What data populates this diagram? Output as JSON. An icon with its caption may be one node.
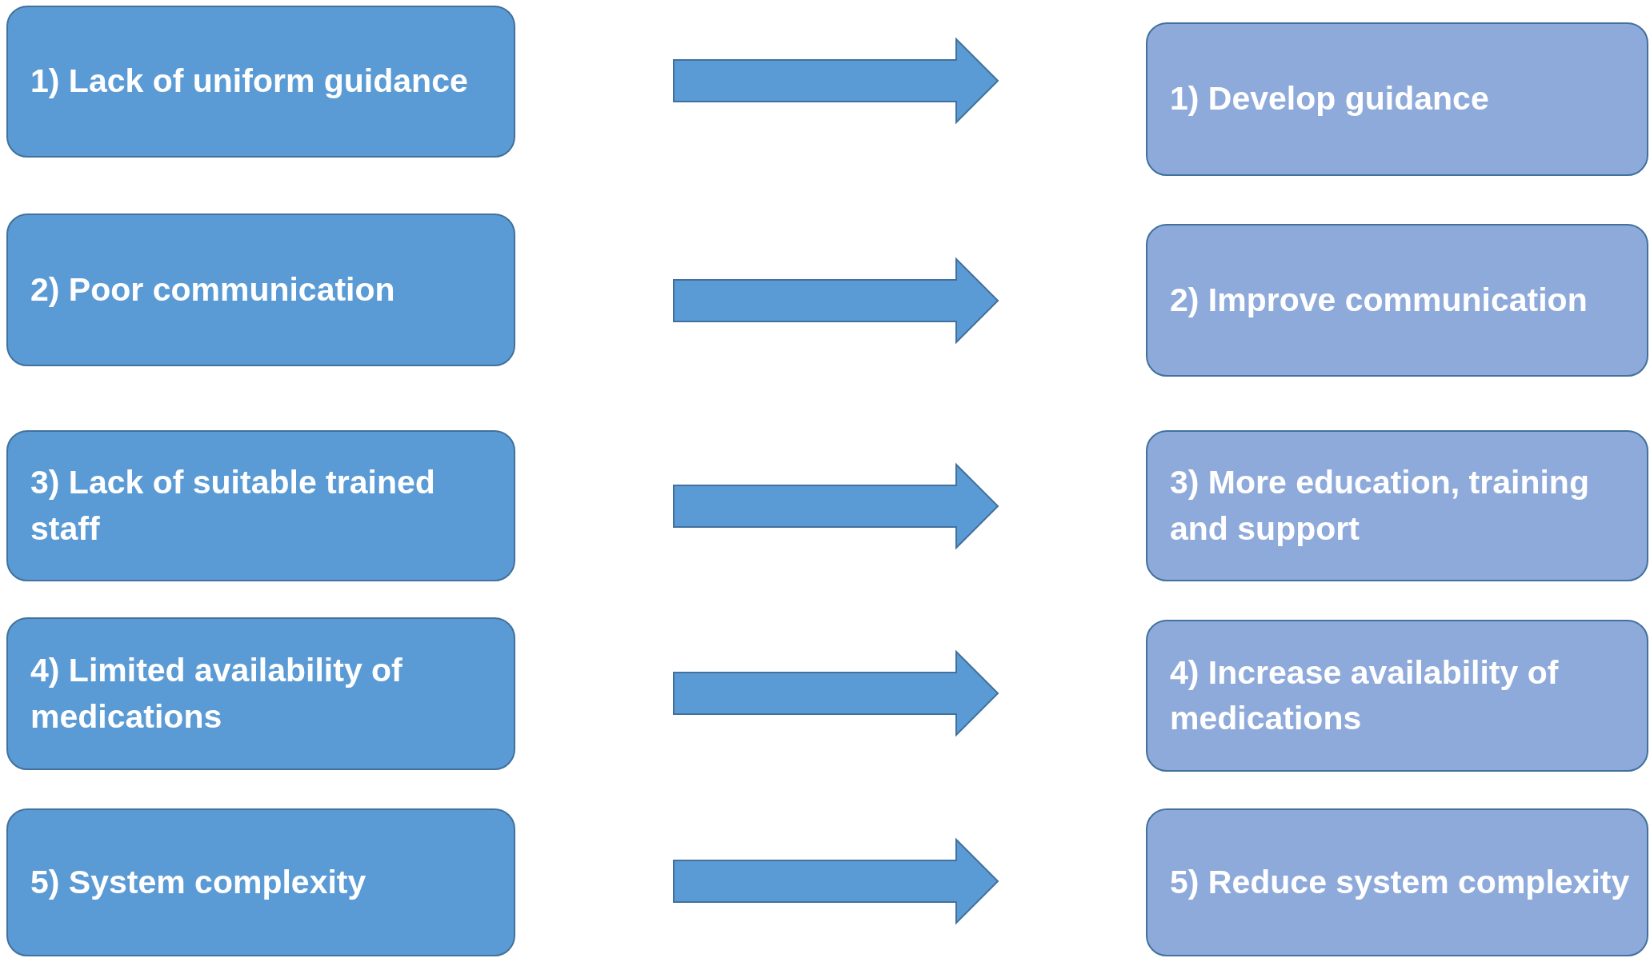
{
  "diagram": {
    "nodes": [
      {
        "text": [
          "1) Lack of uniform guidance"
        ]
      },
      {
        "text": [
          "2) Poor communication"
        ]
      },
      {
        "text": [
          "3) Lack of suitable trained staff"
        ]
      },
      {
        "text": [
          "4) Limited availability of medications"
        ]
      },
      {
        "text": [
          "5) System complexity"
        ]
      },
      {
        "text": [
          "1) Develop guidance"
        ]
      },
      {
        "text": [
          "2) Improve communication"
        ]
      },
      {
        "text": [
          "3) More education, training and support"
        ]
      },
      {
        "text": [
          "4) Increase availability of medications"
        ]
      },
      {
        "text": [
          "5) Reduce system complexity"
        ]
      }
    ],
    "edges": [
      {
        "from": 0,
        "to": 5,
        "arrow": "to"
      },
      {
        "from": 1,
        "to": 6,
        "arrow": "to"
      },
      {
        "from": 2,
        "to": 7,
        "arrow": "to"
      },
      {
        "from": 3,
        "to": 8,
        "arrow": "to"
      },
      {
        "from": 4,
        "to": 9,
        "arrow": "to"
      }
    ]
  }
}
